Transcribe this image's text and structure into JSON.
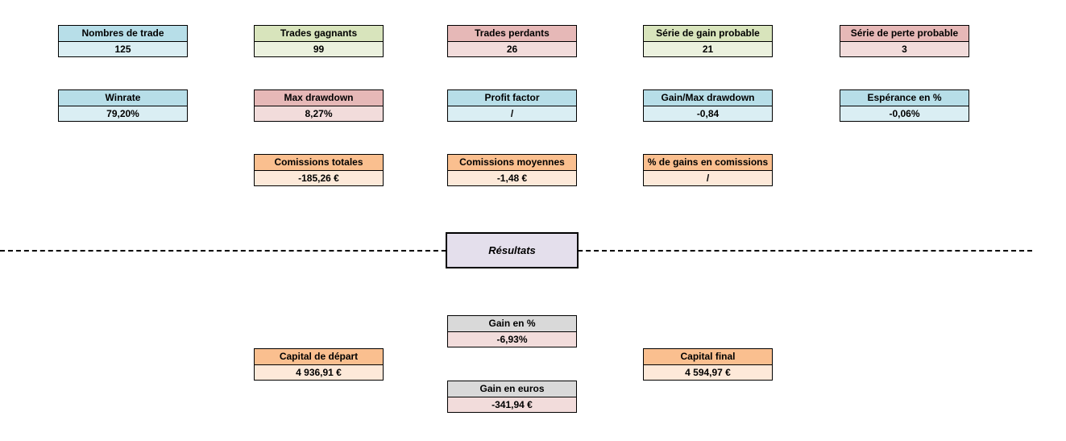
{
  "palette": {
    "blue_header": "#B7DEE8",
    "blue_value": "#DAEEF3",
    "green_header": "#D8E4BC",
    "green_value": "#EBF1DE",
    "red_header": "#E6B8B7",
    "red_value": "#F2DCDB",
    "orange_header": "#FABF8F",
    "orange_value": "#FDE9D9",
    "gray_header": "#D9D9D9",
    "gray_value_pink": "#F2DCDB",
    "results_bg": "#E4DFEC",
    "border": "#000000"
  },
  "results_label": "Résultats",
  "boxes": {
    "nombres_trade": {
      "label": "Nombres de trade",
      "value": "125"
    },
    "trades_gagnants": {
      "label": "Trades gagnants",
      "value": "99"
    },
    "trades_perdants": {
      "label": "Trades perdants",
      "value": "26"
    },
    "serie_gain_probable": {
      "label": "Série de gain probable",
      "value": "21"
    },
    "serie_perte_probable": {
      "label": "Série de perte probable",
      "value": "3"
    },
    "winrate": {
      "label": "Winrate",
      "value": "79,20%"
    },
    "max_drawdown": {
      "label": "Max drawdown",
      "value": "8,27%"
    },
    "profit_factor": {
      "label": "Profit factor",
      "value": "/"
    },
    "gain_max_drawdown": {
      "label": "Gain/Max drawdown",
      "value": "-0,84"
    },
    "esperance_pct": {
      "label": "Espérance en %",
      "value": "-0,06%"
    },
    "comissions_totales": {
      "label": "Comissions totales",
      "value": "-185,26 €"
    },
    "comissions_moyennes": {
      "label": "Comissions moyennes",
      "value": "-1,48 €"
    },
    "pct_gains_comissions": {
      "label": "% de gains en comissions",
      "value": "/"
    },
    "gain_pct": {
      "label": "Gain en %",
      "value": "-6,93%"
    },
    "capital_depart": {
      "label": "Capital de départ",
      "value": "4 936,91 €"
    },
    "capital_final": {
      "label": "Capital final",
      "value": "4 594,97 €"
    },
    "gain_euros": {
      "label": "Gain en euros",
      "value": "-341,94 €"
    }
  }
}
